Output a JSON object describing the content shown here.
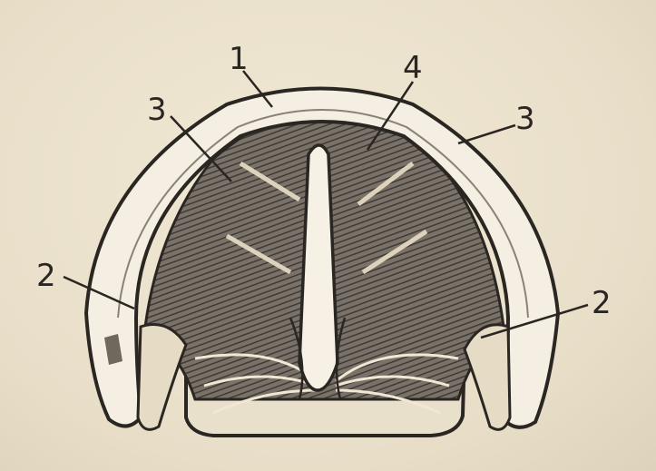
{
  "diagram": {
    "labels": {
      "l1": "1",
      "l4": "4",
      "l3_left": "3",
      "l3_right": "3",
      "l2_left": "2",
      "l2_right": "2"
    }
  },
  "colors": {
    "paper": "#ece3cf",
    "ink": "#2a2622",
    "muscle": "#6b645c",
    "dark_band": "#3b3733",
    "bone": "#f4efe2"
  }
}
